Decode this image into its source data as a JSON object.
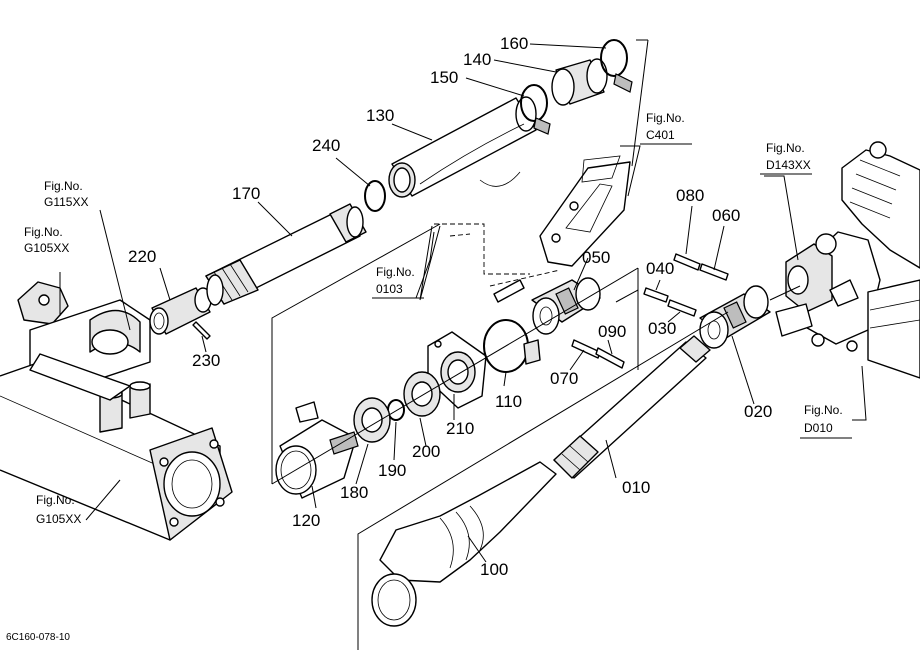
{
  "part_numbers": {
    "p010": "010",
    "p020": "020",
    "p030": "030",
    "p040": "040",
    "p050": "050",
    "p060": "060",
    "p070": "070",
    "p080": "080",
    "p090": "090",
    "p100": "100",
    "p110": "110",
    "p120": "120",
    "p130": "130",
    "p140": "140",
    "p150": "150",
    "p160": "160",
    "p170": "170",
    "p180": "180",
    "p190": "190",
    "p200": "200",
    "p210": "210",
    "p220": "220",
    "p230": "230",
    "p240": "240"
  },
  "figure_refs": {
    "g115xx": {
      "line1": "Fig.No.",
      "line2": "G115XX"
    },
    "g105xx_top": {
      "line1": "Fig.No.",
      "line2": "G105XX"
    },
    "g105xx_bottom": {
      "line1": "Fig.No.",
      "line2": "G105XX"
    },
    "c401": {
      "line1": "Fig.No.",
      "line2": "C401"
    },
    "f0103": {
      "line1": "Fig.No.",
      "line2": "0103"
    },
    "d143xx": {
      "line1": "Fig.No.",
      "line2": "D143XX"
    },
    "d010": {
      "line1": "Fig.No.",
      "line2": "D010"
    }
  },
  "drawing_code": "6C160-078-10"
}
